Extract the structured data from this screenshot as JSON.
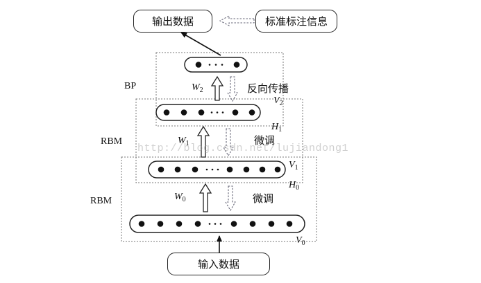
{
  "boxes": {
    "output": "输出数据",
    "label_info": "标准标注信息",
    "input": "输入数据"
  },
  "labels": {
    "bp": "BP",
    "rbm_top": "RBM",
    "rbm_bottom": "RBM",
    "backprop": "反向传播",
    "finetune_1": "微调",
    "finetune_0": "微调"
  },
  "math": {
    "w2": "W",
    "w2_sub": "2",
    "w1": "W",
    "w1_sub": "1",
    "w0": "W",
    "w0_sub": "0",
    "v2": "V",
    "v2_sub": "2",
    "h1": "H",
    "h1_sub": "1",
    "v1": "V",
    "v1_sub": "1",
    "h0": "H",
    "h0_sub": "0",
    "v0": "V",
    "v0_sub": "0"
  },
  "watermark": "http://blog.csdn.net/lujiandong1"
}
